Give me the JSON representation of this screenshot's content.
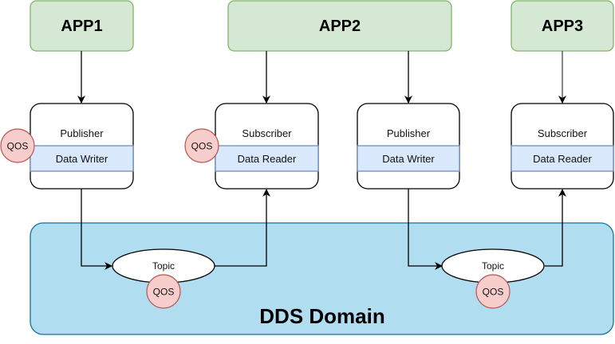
{
  "colors": {
    "app_fill": "#d5e8d4",
    "app_stroke": "#82b366",
    "band_fill": "#dae8fc",
    "band_stroke": "#6c8ebf",
    "qos_fill": "#f8cecc",
    "qos_stroke": "#b85450",
    "domain_fill": "#b1ddf0",
    "domain_stroke": "#10739e"
  },
  "apps": [
    {
      "label": "APP1"
    },
    {
      "label": "APP2"
    },
    {
      "label": "APP3"
    }
  ],
  "entities": [
    {
      "title": "Publisher",
      "endpoint": "Data Writer",
      "has_qos": true
    },
    {
      "title": "Subscriber",
      "endpoint": "Data Reader",
      "has_qos": true
    },
    {
      "title": "Publisher",
      "endpoint": "Data Writer",
      "has_qos": false
    },
    {
      "title": "Subscriber",
      "endpoint": "Data Reader",
      "has_qos": false
    }
  ],
  "qos_label": "QOS",
  "topics": [
    {
      "label": "Topic",
      "qos": "QOS"
    },
    {
      "label": "Topic",
      "qos": "QOS"
    }
  ],
  "domain": {
    "label": "DDS Domain"
  }
}
